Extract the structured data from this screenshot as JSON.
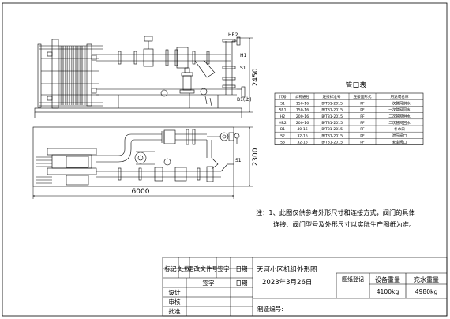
{
  "dimensions": {
    "elevation_height": "2450",
    "plan_depth": "2300",
    "overall_length": "6000"
  },
  "elevation_labels": {
    "hr2": "HR2",
    "h1": "H1",
    "s1": "S1",
    "b1": "B1(上)"
  },
  "plan_labels": {
    "s1": "S1"
  },
  "nozzle_table": {
    "title": "管口表",
    "headers": [
      "代号",
      "公称通径",
      "连接标准号",
      "连接面形式",
      "用途或名称"
    ],
    "rows": [
      [
        "S1",
        "150-16",
        "JB/T81-2015",
        "PF",
        "一次管网供水"
      ],
      [
        "SR1",
        "150-16",
        "JB/T81-2015",
        "PF",
        "一次管网回水"
      ],
      [
        "H2",
        "200-16",
        "JB/T81-2015",
        "PF",
        "二次管网供水"
      ],
      [
        "HR2",
        "200-16",
        "JB/T81-2015",
        "PF",
        "二次管网回水"
      ],
      [
        "B1",
        "40-16",
        "JB/T81-2015",
        "PF",
        "补水口"
      ],
      [
        "S2",
        "32-16",
        "JB/T81-2015",
        "PF",
        "泄压阀口"
      ],
      [
        "S3",
        "32-16",
        "JB/T81-2015",
        "PF",
        "安全阀口"
      ]
    ]
  },
  "notes": {
    "line1": "注：1、此图仅供参考外形尺寸和连接方式，阀门的具体",
    "line2": "连接、阀门型号及外形尺寸以实际生产图纸为准。"
  },
  "title_block": {
    "headers": [
      "标记",
      "处数",
      "更改文件号",
      "签字",
      "日期"
    ],
    "sign_label": "签字",
    "date_label": "日期",
    "roles": [
      "设计",
      "审核",
      "批准"
    ],
    "project_title": "天河小区机组外形图",
    "date": "2023年3月26日",
    "drawing_no_label": "制造编号:",
    "record_label": "图纸登记",
    "equipment_weight_label": "设备重量",
    "water_weight_label": "充水重量",
    "equipment_weight": "4100kg",
    "water_weight": "4980kg"
  }
}
